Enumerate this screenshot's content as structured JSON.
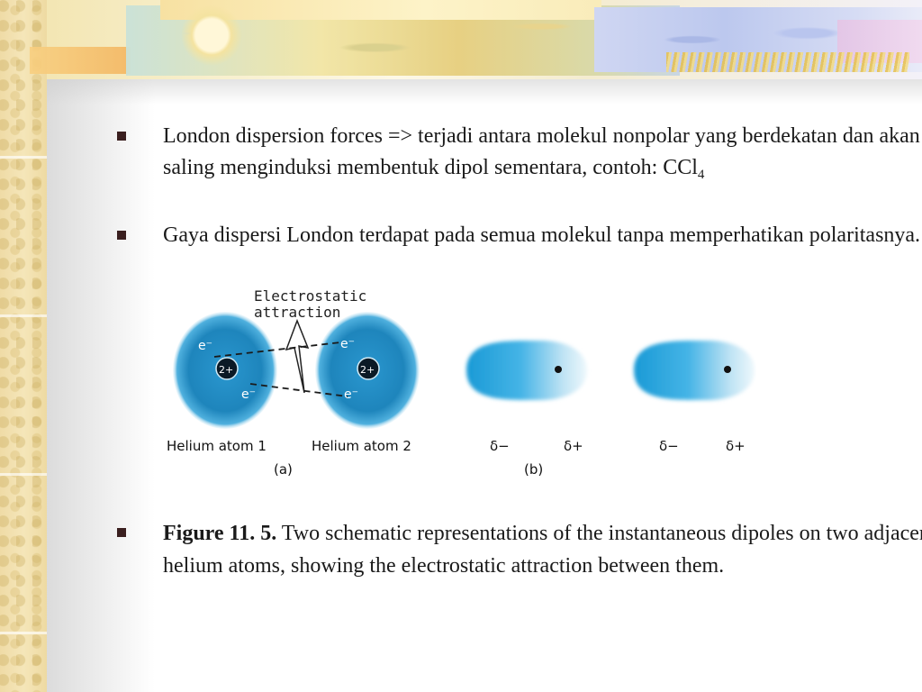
{
  "slide": {
    "bullets": [
      {
        "text_main": "London dispersion forces => terjadi antara molekul nonpolar yang berdekatan dan akan saling menginduksi membentuk dipol sementara, contoh: CCl",
        "subscript": "4"
      },
      {
        "text_main": "Gaya dispersi London terdapat pada semua molekul tanpa memperhatikan polaritasnya."
      },
      {
        "bold_prefix": "Figure 11. 5.",
        "text_main": " Two schematic representations of the instantaneous dipoles on two adjacent helium atoms, showing the electrostatic attraction between them."
      }
    ]
  },
  "figure": {
    "annotation_line1": "Electrostatic",
    "annotation_line2": "attraction",
    "electron_label": "e⁻",
    "nucleus_label": "2+",
    "atom1_label": "Helium atom 1",
    "atom2_label": "Helium atom 2",
    "panel_a_label": "(a)",
    "panel_b_label": "(b)",
    "delta_minus": "δ−",
    "delta_plus": "δ+"
  },
  "colors": {
    "atom_blue": "#1f86bd",
    "atom_light": "#58b8e6",
    "bullet": "#3a1f1f"
  }
}
